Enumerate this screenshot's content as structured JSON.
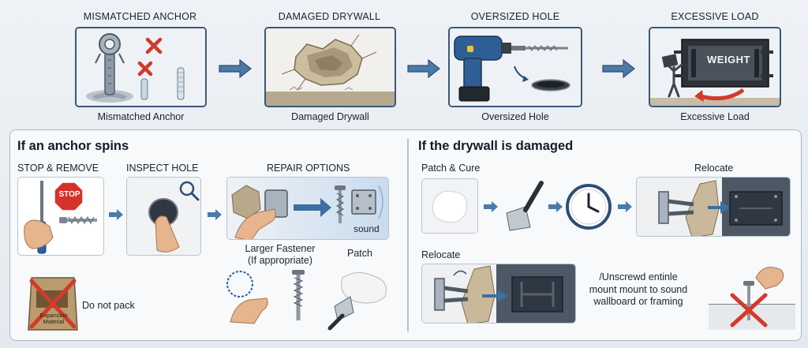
{
  "top_row": [
    {
      "title": "MISMATCHED ANCHOR",
      "caption": "Mismatched Anchor"
    },
    {
      "title": "DAMAGED DRYWALL",
      "caption": "Damaged Drywall"
    },
    {
      "title": "OVERSIZED HOLE",
      "caption": "Oversized Hole"
    },
    {
      "title": "EXCESSIVE LOAD",
      "caption": "Excessive Load",
      "badge": "WEIGHT"
    }
  ],
  "left_section": {
    "title": "If an anchor spins",
    "steps": [
      {
        "label": "STOP & REMOVE",
        "sign": "STOP"
      },
      {
        "label": "INSPECT HOLE"
      },
      {
        "label": "REPAIR OPTIONS",
        "note": "sound"
      }
    ],
    "options": [
      {
        "label": "Larger Fastener\n(If appropriate)"
      },
      {
        "label": "Patch"
      }
    ],
    "warning": {
      "label": "Do not pack",
      "bag_text": "Expansion\nMaterial"
    }
  },
  "right_section": {
    "title": "If the drywall is damaged",
    "patch_label": "Patch & Cure",
    "relocate_label_top": "Relocate",
    "relocate_label_bottom": "Relocate",
    "unscrew_text": "/Unscrewd entinle\nmount mount to sound\nwallboard or framing"
  },
  "colors": {
    "frame_blue": "#3c5778",
    "arrow_blue": "#4a7aa8",
    "red_x": "#d23a2a",
    "stop_red": "#d6322a"
  }
}
